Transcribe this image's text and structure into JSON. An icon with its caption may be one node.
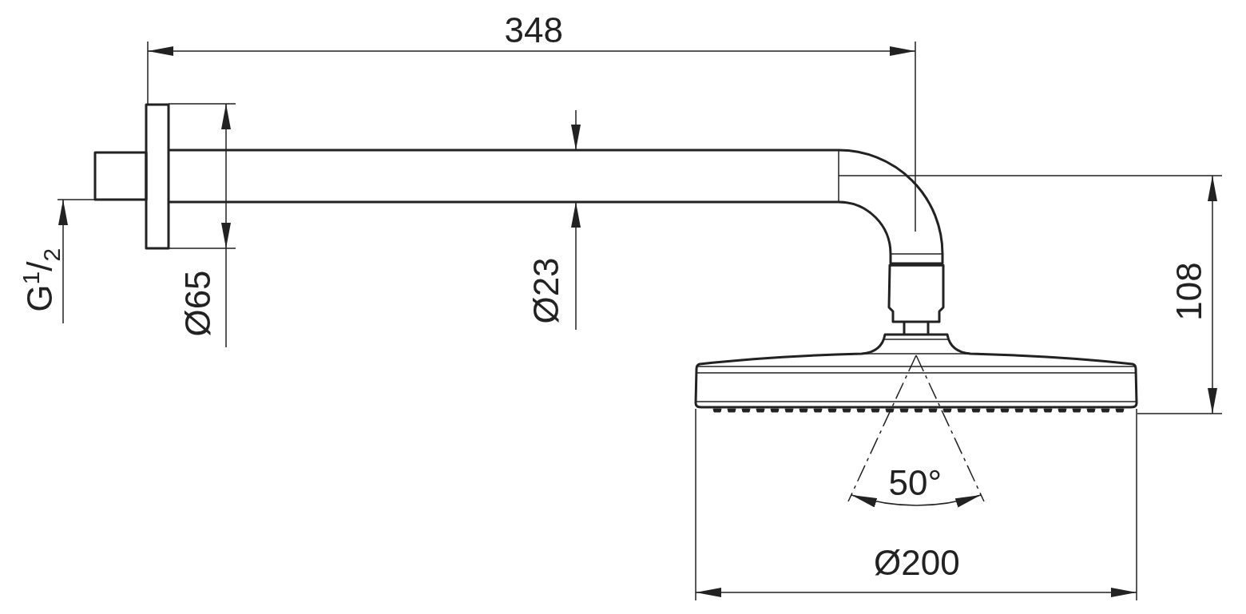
{
  "diagram": {
    "labels": [
      "348",
      "G$^{1}$/$_{2}$",
      "Ø65",
      "Ø23",
      "108",
      "50°",
      "Ø200"
    ]
  }
}
